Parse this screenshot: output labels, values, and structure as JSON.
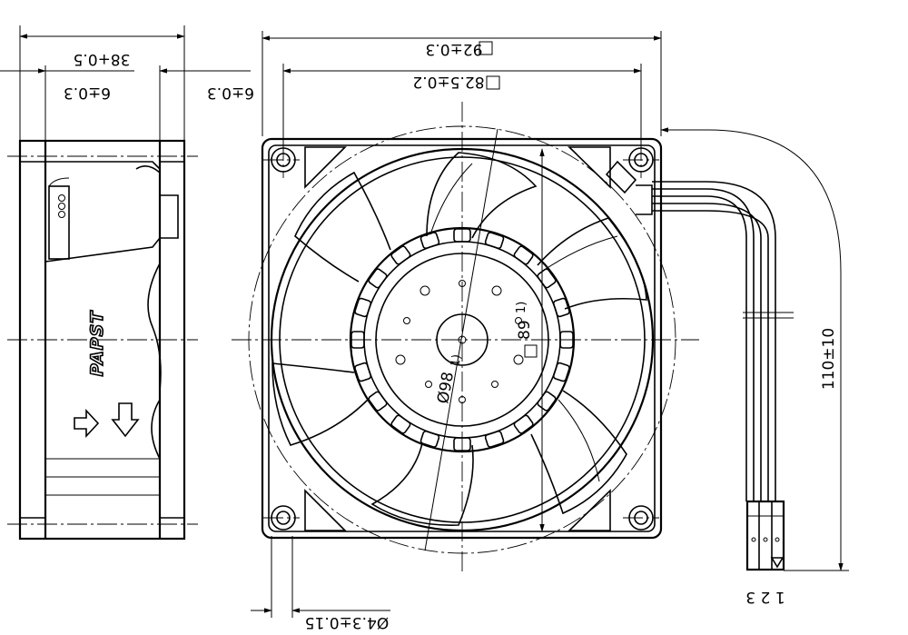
{
  "drawing": {
    "brand": "PAPST",
    "dimensions": {
      "depth": "38+0.5",
      "flange_left": "6±0.3",
      "flange_right": "6±0.3",
      "outer_size": "92±0.3",
      "hole_spacing": "82.5±0.2",
      "hole_diameter": "Ø4.3±0.15",
      "cable_length": "110±10",
      "rotor_diameter": "Ø98",
      "rotor_note": "1)",
      "inner_size": "89",
      "inner_note": "1)",
      "connector_pins": "1 2 3"
    }
  }
}
